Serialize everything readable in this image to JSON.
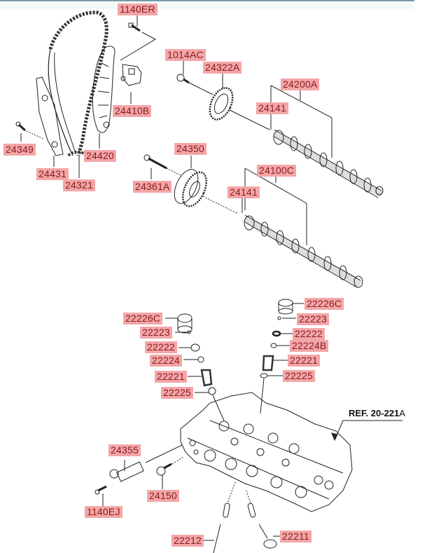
{
  "diagram": {
    "title": "Camshaft & Valve exploded parts diagram",
    "label_bg": "#f3a6a8",
    "label_fg": "#8a1c1c",
    "reference": {
      "prefix": "REF. 20-221",
      "suffix": "A"
    },
    "parts": {
      "p1140ER": "1140ER",
      "p1014AC": "1014AC",
      "p24322A": "24322A",
      "p24200A": "24200A",
      "p24141_upper": "24141",
      "p24410B": "24410B",
      "p24349": "24349",
      "p24420": "24420",
      "p24431": "24431",
      "p24321": "24321",
      "p24350": "24350",
      "p24361A": "24361A",
      "p24100C": "24100C",
      "p24141_lower": "24141",
      "p22226C_left": "22226C",
      "p22223_left": "22223",
      "p22222_left": "22222",
      "p22224": "22224",
      "p22221_left": "22221",
      "p22225_left": "22225",
      "p22226C_right": "22226C",
      "p22223_right": "22223",
      "p22222_right": "22222",
      "p22224B": "22224B",
      "p22221_right": "22221",
      "p22225_right": "22225",
      "p24355": "24355",
      "p24150": "24150",
      "p1140EJ": "1140EJ",
      "p22212": "22212",
      "p22211": "22211"
    }
  }
}
